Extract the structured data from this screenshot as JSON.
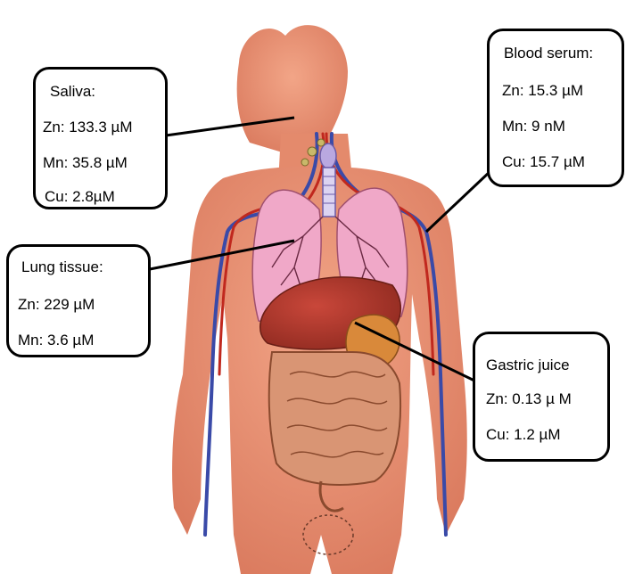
{
  "callouts": {
    "saliva": {
      "title": "Saliva:",
      "lines": [
        "Zn: 133.3 µM",
        "Mn: 35.8 µM",
        "Cu: 2.8µM"
      ]
    },
    "blood_serum": {
      "title": "Blood serum:",
      "lines": [
        "Zn: 15.3  µM",
        "Mn: 9  nM",
        "Cu: 15.7 µM"
      ]
    },
    "lung_tissue": {
      "title": "Lung tissue:",
      "lines": [
        "Zn: 229 µM",
        "Mn: 3.6 µM"
      ]
    },
    "gastric_juice": {
      "title": "Gastric juice",
      "lines": [
        "Zn: 0.13 µ M",
        "Cu: 1.2 µM"
      ]
    }
  },
  "colors": {
    "skin": "#e9967a",
    "skin_dark": "#d9785c",
    "lung": "#f0a8c8",
    "liver": "#b03a2e",
    "intestine": "#c98566",
    "vein": "#3a4aa8",
    "artery": "#c0281e"
  },
  "icons": [
    "human-body-illustration"
  ]
}
